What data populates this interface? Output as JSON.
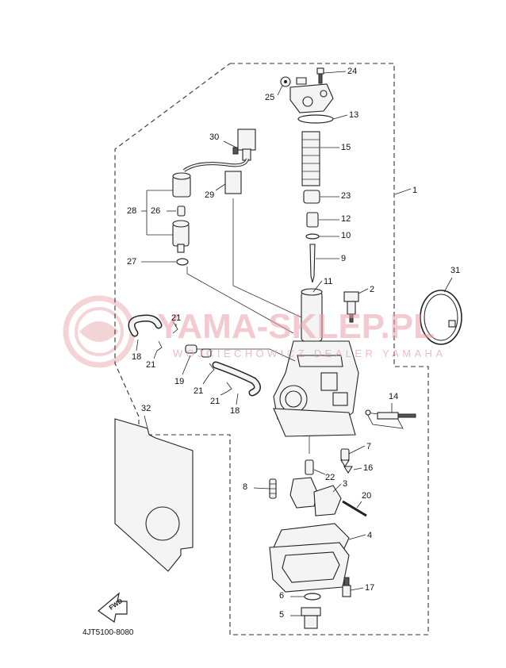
{
  "callouts": [
    {
      "num": "1"
    },
    {
      "num": "2"
    },
    {
      "num": "3"
    },
    {
      "num": "4"
    },
    {
      "num": "5"
    },
    {
      "num": "6"
    },
    {
      "num": "7"
    },
    {
      "num": "8"
    },
    {
      "num": "9"
    },
    {
      "num": "10"
    },
    {
      "num": "11"
    },
    {
      "num": "12"
    },
    {
      "num": "13"
    },
    {
      "num": "14"
    },
    {
      "num": "15"
    },
    {
      "num": "16"
    },
    {
      "num": "17"
    },
    {
      "num": "18"
    },
    {
      "num": "18"
    },
    {
      "num": "19"
    },
    {
      "num": "20"
    },
    {
      "num": "21"
    },
    {
      "num": "21"
    },
    {
      "num": "21"
    },
    {
      "num": "21"
    },
    {
      "num": "22"
    },
    {
      "num": "23"
    },
    {
      "num": "24"
    },
    {
      "num": "25"
    },
    {
      "num": "26"
    },
    {
      "num": "27"
    },
    {
      "num": "28"
    },
    {
      "num": "29"
    },
    {
      "num": "30"
    },
    {
      "num": "31"
    },
    {
      "num": "32"
    }
  ],
  "fwd_label": "FWD",
  "diagram_code": "4JT5100-8080",
  "watermark": {
    "title": "YAMA-SKLEP.PL",
    "subtitle": "WOJCIECHOWICZ DEALER YAMAHA",
    "color": "#e8a0a8"
  }
}
